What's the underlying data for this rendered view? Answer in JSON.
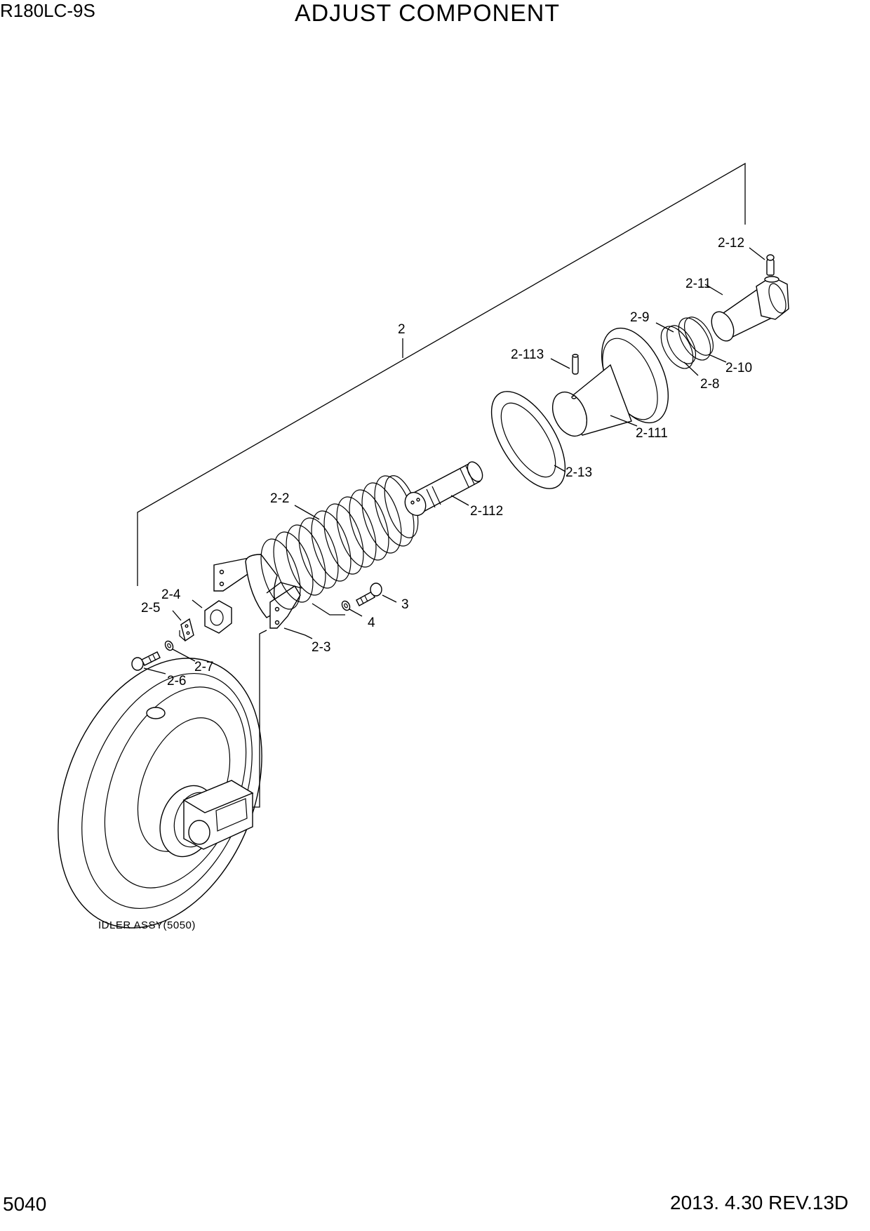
{
  "header": {
    "model": "R180LC-9S",
    "title": "ADJUST COMPONENT"
  },
  "footer": {
    "page_number": "5040",
    "revision": "2013. 4.30  REV.13D"
  },
  "callouts": {
    "c_2": "2",
    "c_2_2": "2-2",
    "c_2_3": "2-3",
    "c_2_4": "2-4",
    "c_2_5": "2-5",
    "c_2_6": "2-6",
    "c_2_7": "2-7",
    "c_2_8": "2-8",
    "c_2_9": "2-9",
    "c_2_10": "2-10",
    "c_2_11": "2-11",
    "c_2_12": "2-12",
    "c_2_13": "2-13",
    "c_2_111": "2-111",
    "c_2_112": "2-112",
    "c_2_113": "2-113",
    "c_3": "3",
    "c_4": "4"
  },
  "idler_label": "IDLER ASSY(5050)"
}
